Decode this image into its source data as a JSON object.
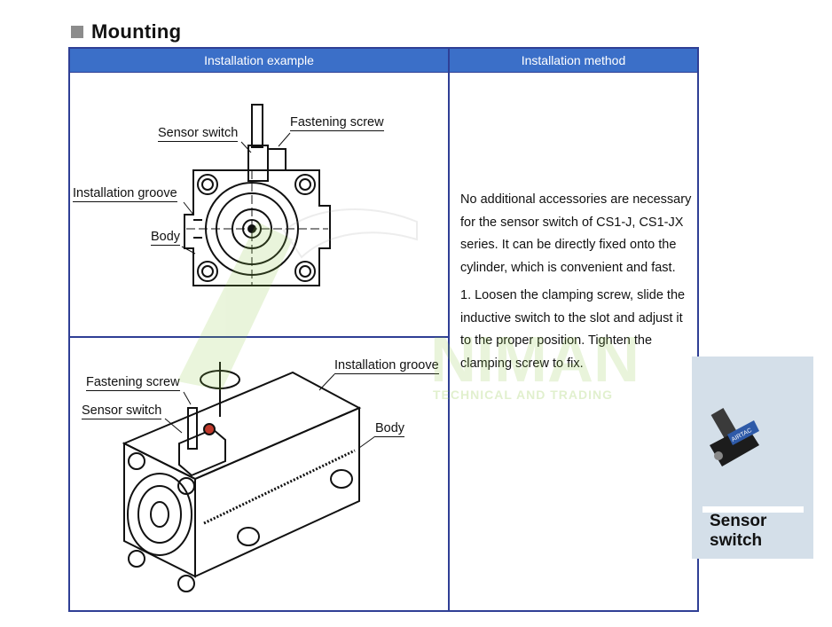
{
  "section": {
    "title": "Mounting"
  },
  "table": {
    "header_left": "Installation example",
    "header_right": "Installation method"
  },
  "diagram_top": {
    "label_sensor_switch": "Sensor switch",
    "label_fastening_screw": "Fastening screw",
    "label_installation_groove": "Installation groove",
    "label_body": "Body"
  },
  "diagram_bottom": {
    "label_fastening_screw": "Fastening screw",
    "label_sensor_switch": "Sensor switch",
    "label_installation_groove": "Installation groove",
    "label_body": "Body"
  },
  "method": {
    "paragraph1": "No additional accessories are necessary for the sensor switch of CS1-J, CS1-JX series. It can be directly fixed onto the cylinder, which is convenient and fast.",
    "paragraph2": "1. Loosen the clamping screw, slide the inductive switch to the slot and adjust it to the proper position. Tighten the clamping screw  to fix."
  },
  "watermark": {
    "brand": "NIMAN",
    "tagline": "TECHNICAL AND TRADING"
  },
  "sensor_card": {
    "caption_line1": "Sensor",
    "caption_line2": "switch",
    "product_label": "AIRTAC"
  }
}
